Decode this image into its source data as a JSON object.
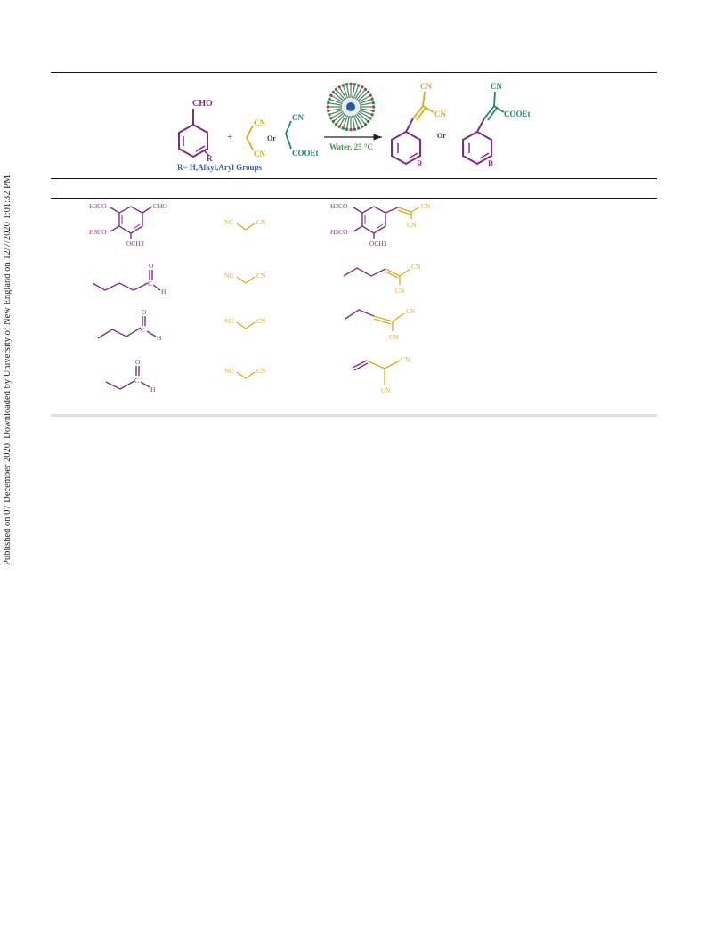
{
  "side_note": "Published on 07 December 2020. Downloaded by University of New England on 12/7/2020 1:01:32 PM.",
  "colors": {
    "aldehyde": "#7a2f86",
    "malononitrile": "#d8ad18",
    "cyanoacetate": "#22855f",
    "text_blue": "#3f5aa6",
    "condition_green": "#3b9a4b",
    "rule_bottom": "#e4e1cd"
  },
  "scheme": {
    "aldehyde": {
      "group": "CHO",
      "substituent": "R"
    },
    "plus": "+",
    "reagent1": {
      "top": "CN",
      "bottom": "CN"
    },
    "or1": "Or",
    "reagent2": {
      "top": "CN",
      "bottom": "COOEt"
    },
    "micelle_icon": "micelle-icon",
    "condition": "Water, 25 °C",
    "product1": {
      "top": "CN",
      "right": "CN",
      "substituent": "R"
    },
    "or2": "Or",
    "product2": {
      "top": "CN",
      "right": "COOEt",
      "substituent": "R"
    },
    "r_groups": "R= H,Alkyl,Aryl Groups"
  },
  "rows": [
    {
      "aldehyde": {
        "h3co_top": "H3CO",
        "cho": "CHO",
        "h3co_bottom": "H3CO",
        "och3": "OCH3"
      },
      "reagent": {
        "left": "NC",
        "right": "CN"
      },
      "product": {
        "h3co_top": "H3CO",
        "h3co_bottom": "H3CO",
        "och3": "OCH3",
        "cn1": "CN",
        "cn2": "CN"
      }
    },
    {
      "aldehyde": {
        "o": "O",
        "c": "C",
        "h": "H"
      },
      "reagent": {
        "left": "NC",
        "right": "CN"
      },
      "product": {
        "cn1": "CN",
        "cn2": "CN"
      }
    },
    {
      "aldehyde": {
        "o": "O",
        "c": "C",
        "h": "H"
      },
      "reagent": {
        "left": "NC",
        "right": "CN"
      },
      "product": {
        "cn1": "CN",
        "cn2": "CN"
      }
    },
    {
      "aldehyde": {
        "o": "O",
        "c": "C",
        "h": "H"
      },
      "reagent": {
        "left": "NC",
        "right": "CN"
      },
      "product": {
        "cn1": "CN",
        "cn2": "CN"
      }
    }
  ]
}
